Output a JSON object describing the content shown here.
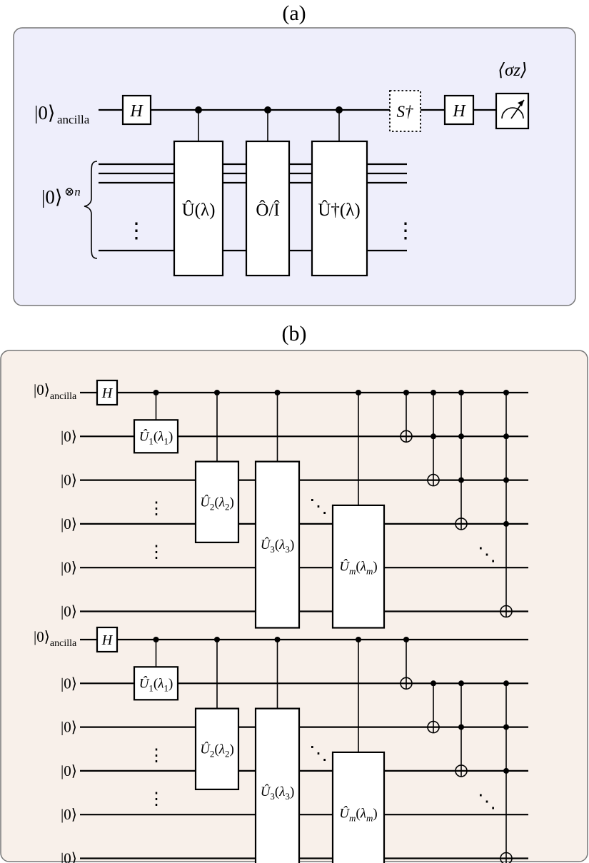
{
  "panel_a": {
    "label": "(a)",
    "background": "#eeeefb",
    "ancilla_label": "|0⟩",
    "ancilla_sub": "ancilla",
    "register_label": "|0⟩",
    "register_sup": "⊗n",
    "hadamard": "H",
    "gate_u": "Û(λ)",
    "gate_o": "Ô/Î",
    "gate_u_dag": "Û†(λ)",
    "s_dag": "S†",
    "observable": "⟨σz⟩",
    "vdots": "⋮"
  },
  "panel_b": {
    "label": "(b)",
    "background": "#f8f0ea",
    "arrow": "⇓",
    "ancilla_label": "|0⟩",
    "ancilla_sub": "ancilla",
    "qubit_label": "|0⟩",
    "hadamard": "H",
    "gate_u1": "Û1(λ1)",
    "gate_u2": "Û2(λ2)",
    "gate_u3": "Û3(λ3)",
    "gate_um": "Ûm(λm)",
    "vdots": "⋮",
    "ddots": "⋱"
  }
}
